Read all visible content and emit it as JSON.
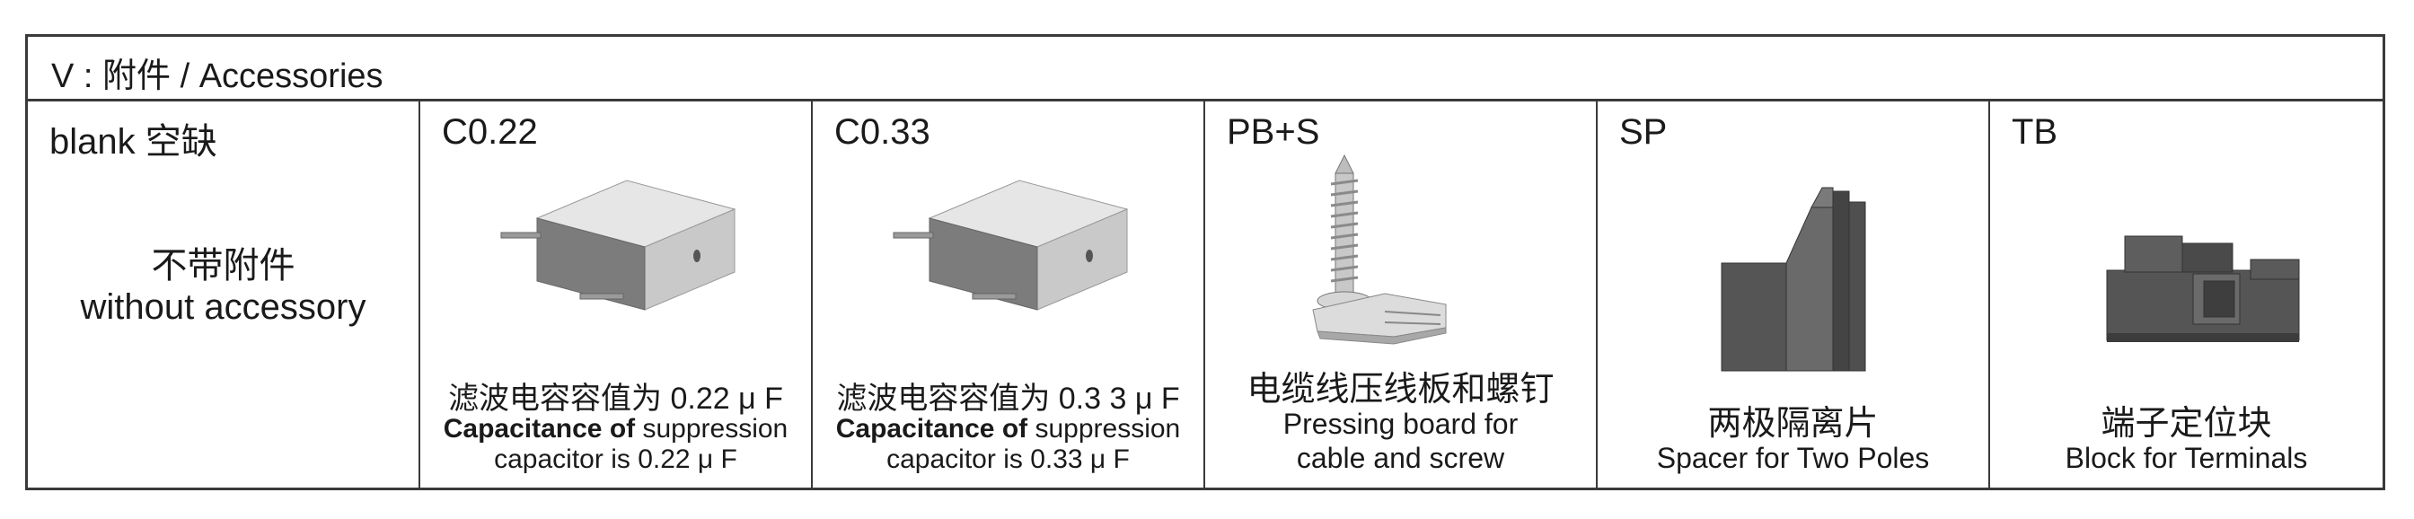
{
  "header": {
    "title": "V : 附件 / Accessories"
  },
  "cells": [
    {
      "code": "blank 空缺",
      "line_zh": "不带附件",
      "line_en": "without accessory"
    },
    {
      "code": "C0.22",
      "cap_zh": "滤波电容容值为  0.22 μ F",
      "cap_bold": "Capacitance of",
      "cap_en1": "  suppression",
      "cap_en2": "capacitor is  0.22 μ F"
    },
    {
      "code": "C0.33",
      "cap_zh": "滤波电容容值为  0.3 3 μ F",
      "cap_bold": "Capacitance of",
      "cap_en1": "  suppression",
      "cap_en2": "capacitor is  0.33 μ F"
    },
    {
      "code": "PB+S",
      "desc_zh": "电缆线压线板和螺钉",
      "desc_en1": "Pressing board for",
      "desc_en2": "cable and screw"
    },
    {
      "code": "SP",
      "desc_zh": "两极隔离片",
      "desc_en1": "Spacer for Two Poles"
    },
    {
      "code": "TB",
      "desc_zh": "端子定位块",
      "desc_en1": "Block for Terminals"
    }
  ],
  "icons": [
    "capacitor-icon",
    "capacitor-icon",
    "pressing-board-screw-icon",
    "spacer-icon",
    "terminal-block-icon"
  ]
}
